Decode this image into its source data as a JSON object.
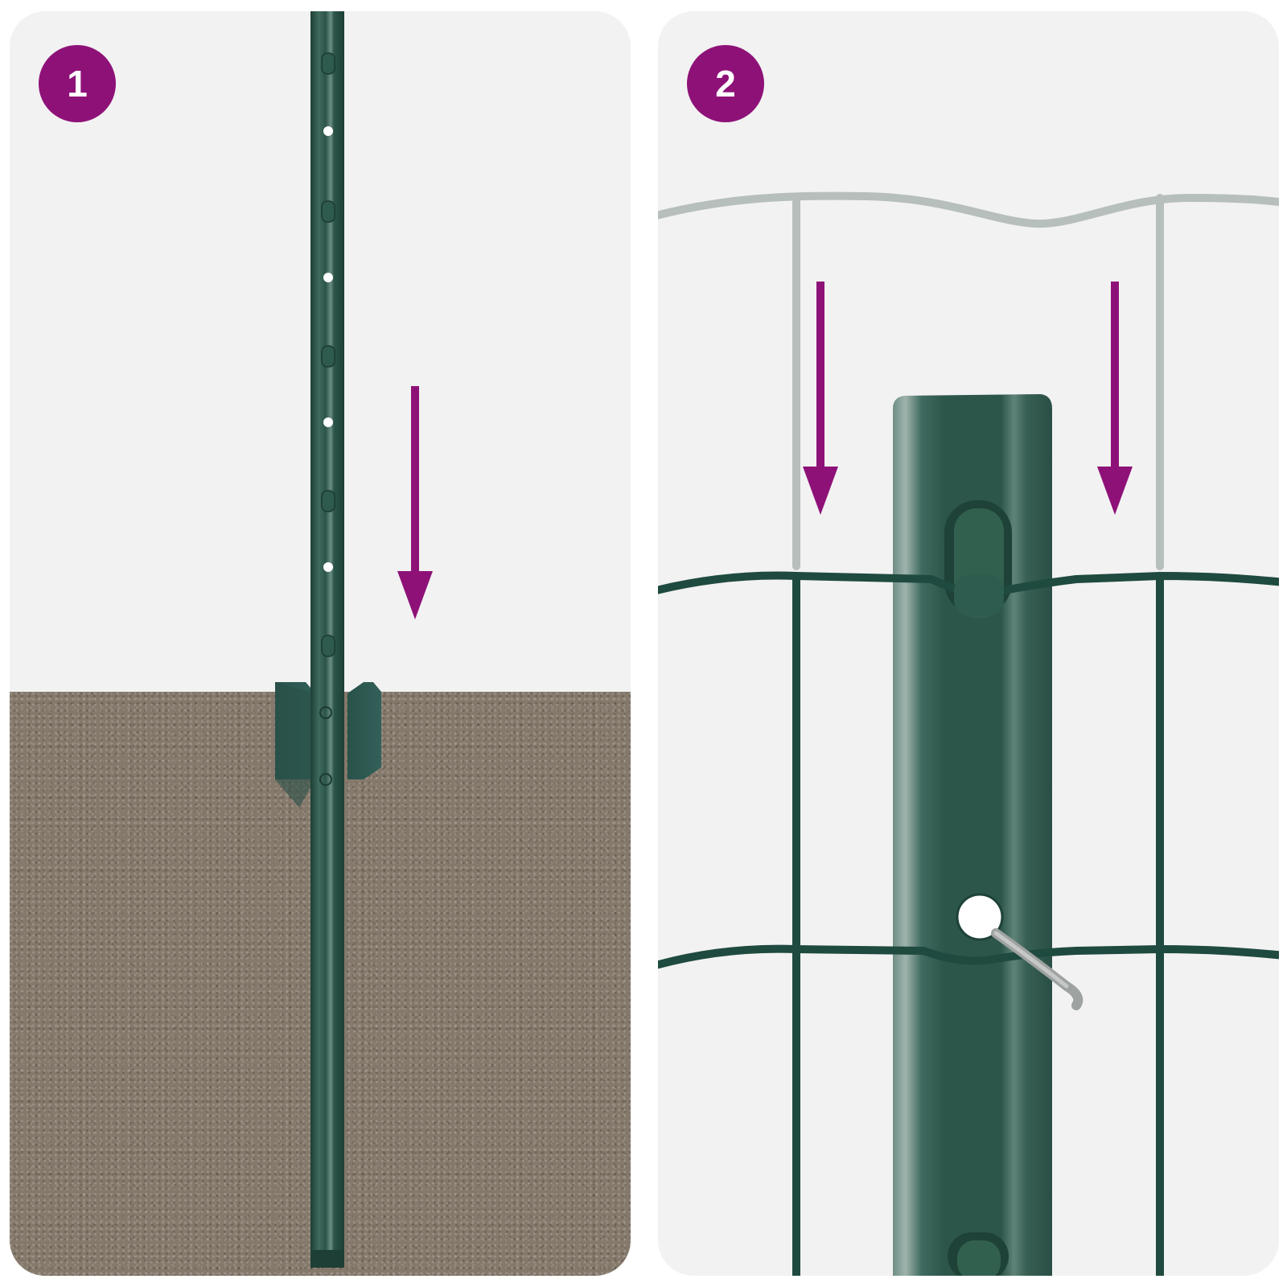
{
  "panels": [
    {
      "step_number": "1",
      "description": "T-post driven into ground with anchor plate",
      "elements": [
        "post",
        "anchor-plate",
        "soil",
        "down-arrow"
      ]
    },
    {
      "step_number": "2",
      "description": "Wire mesh fence hooked onto post studs and secured with clip",
      "elements": [
        "post",
        "mesh",
        "clip",
        "down-arrow",
        "down-arrow"
      ]
    }
  ],
  "colors": {
    "badge": "#8e1178",
    "arrow": "#8e1178",
    "post": "#2c5449",
    "post_dark": "#1d3f36",
    "post_light": "#4d7468",
    "mesh": "#1f4a3f",
    "mesh_ghost": "#b7bfbc",
    "soil": "#85796b",
    "background": "#f2f2f2",
    "clip": "#a9acab"
  }
}
